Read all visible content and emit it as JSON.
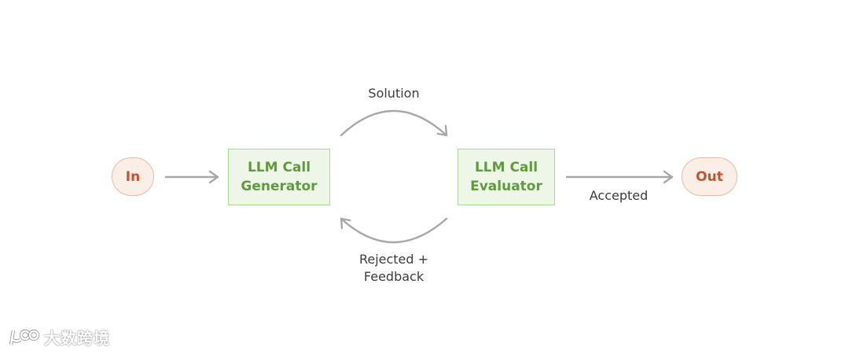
{
  "nodes": {
    "input": {
      "label": "In"
    },
    "output": {
      "label": "Out"
    },
    "generator": {
      "line1": "LLM Call",
      "line2": "Generator"
    },
    "evaluator": {
      "line1": "LLM Call",
      "line2": "Evaluator"
    }
  },
  "edges": {
    "solution": {
      "label": "Solution"
    },
    "accepted": {
      "label": "Accepted"
    },
    "rejected": {
      "line1": "Rejected +",
      "line2": "Feedback"
    }
  },
  "watermark": {
    "text": "大数跨境"
  },
  "colors": {
    "pill_fill": "#fbeee7",
    "pill_border": "#e9b9a3",
    "pill_text": "#c4532a",
    "box_fill": "#eef6e8",
    "box_border": "#a9d79a",
    "box_text": "#5f9a3c",
    "arrow": "#a7a7a7",
    "label_text": "#3b3b3b"
  }
}
